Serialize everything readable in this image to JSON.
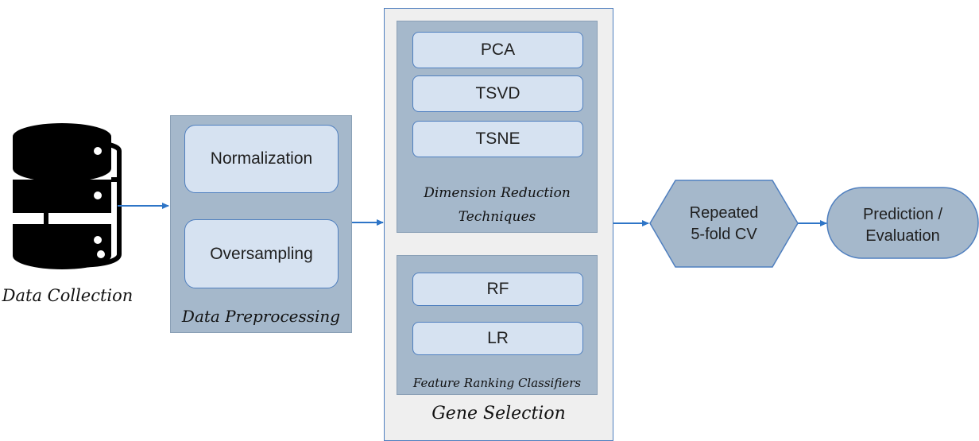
{
  "data_collection": {
    "label": "Data Collection",
    "icon": "database-icon"
  },
  "preprocessing": {
    "title": "Data Preprocessing",
    "steps": [
      "Normalization",
      "Oversampling"
    ]
  },
  "gene_selection": {
    "title": "Gene Selection",
    "dimension_reduction": {
      "title_line1": "Dimension Reduction",
      "title_line2": "Techniques",
      "methods": [
        "PCA",
        "TSVD",
        "TSNE"
      ]
    },
    "feature_ranking": {
      "title": "Feature Ranking Classifiers",
      "methods": [
        "RF",
        "LR"
      ]
    }
  },
  "cv": {
    "line1": "Repeated",
    "line2": "5-fold CV"
  },
  "prediction": {
    "line1": "Prediction /",
    "line2": "Evaluation"
  },
  "colors": {
    "panel": "#a5b8cb",
    "box": "#d6e2f1",
    "border": "#4f7fbf",
    "arrow": "#2e75c7",
    "outer_bg": "#efefef"
  }
}
